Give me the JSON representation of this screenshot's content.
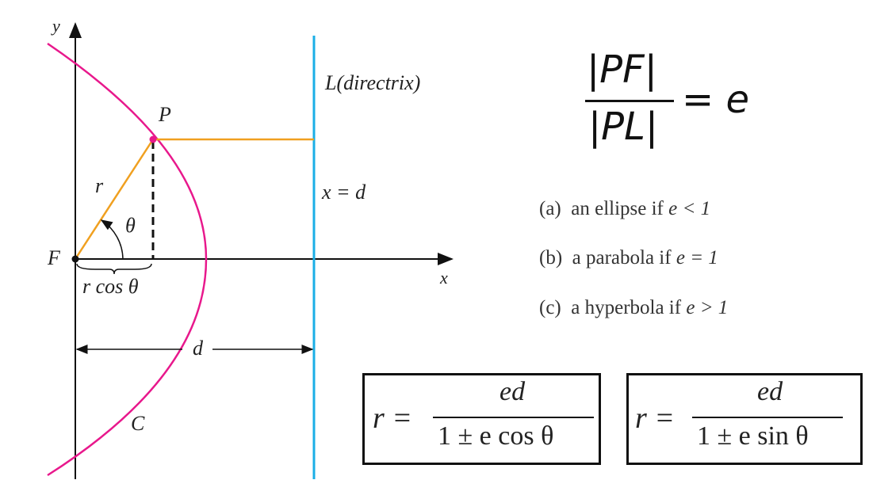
{
  "colors": {
    "curve": "#e8188c",
    "directrix": "#1aaee6",
    "segments": "#f0a020",
    "axes": "#111111"
  },
  "diagram": {
    "y_axis": "y",
    "x_axis": "x",
    "focus": "F",
    "point": "P",
    "radius": "r",
    "angle": "θ",
    "projection": "r cos θ",
    "directrix_label": "L(directrix)",
    "directrix_eq": "x = d",
    "distance": "d",
    "curve": "C"
  },
  "definition": {
    "numerator": "|PF|",
    "denominator": "|PL|",
    "rhs": "= e"
  },
  "cases": [
    {
      "tag": "(a)",
      "text": "an ellipse if ",
      "cond": "e < 1"
    },
    {
      "tag": "(b)",
      "text": "a parabola if ",
      "cond": "e = 1"
    },
    {
      "tag": "(c)",
      "text": "a hyperbola if ",
      "cond": "e > 1"
    }
  ],
  "formulas": [
    {
      "lhs": "r =",
      "numerator": "ed",
      "denominator": "1 ± e cos θ"
    },
    {
      "lhs": "r =",
      "numerator": "ed",
      "denominator": "1 ± e sin θ"
    }
  ]
}
